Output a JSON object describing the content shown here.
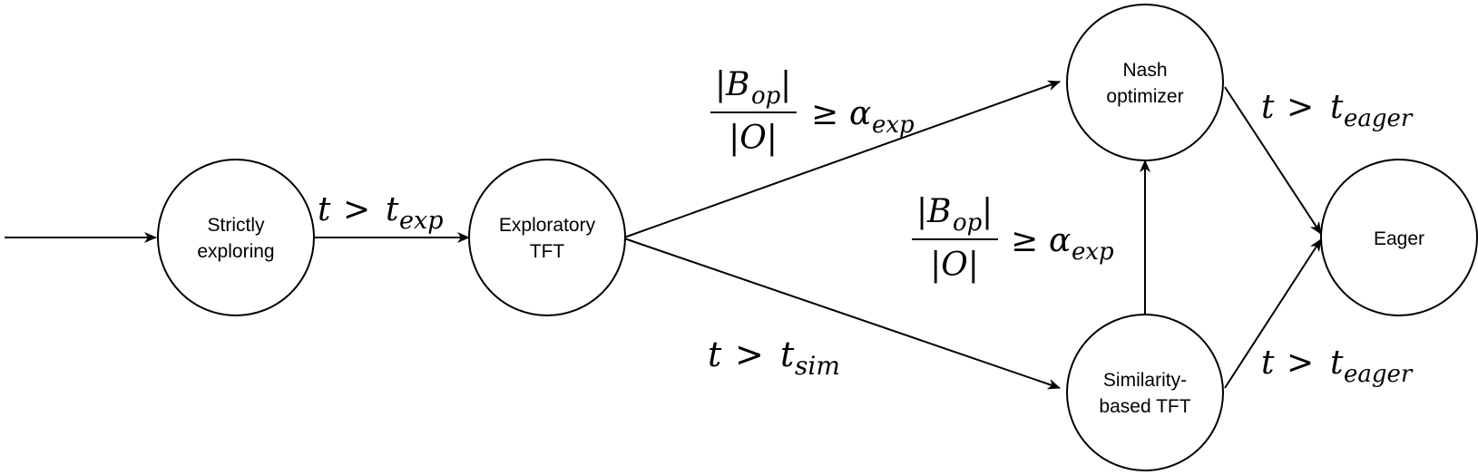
{
  "nodes": {
    "strictly_exploring": {
      "line1": "Strictly",
      "line2": "exploring"
    },
    "exploratory_tft": {
      "line1": "Exploratory",
      "line2": "TFT"
    },
    "nash_optimizer": {
      "line1": "Nash",
      "line2": "optimizer"
    },
    "similarity_tft": {
      "line1": "Similarity-",
      "line2": "based TFT"
    },
    "eager": {
      "line1": "Eager"
    }
  },
  "edges": {
    "t_exp": {
      "var": "t",
      "rel": ">",
      "sym": "t",
      "sub": "exp"
    },
    "t_sim": {
      "var": "t",
      "rel": ">",
      "sym": "t",
      "sub": "sim"
    },
    "t_eager_top": {
      "var": "t",
      "rel": ">",
      "sym": "t",
      "sub": "eager"
    },
    "t_eager_bottom": {
      "var": "t",
      "rel": ">",
      "sym": "t",
      "sub": "eager"
    },
    "ratio_top": {
      "num_open": "|",
      "num_sym": "B",
      "num_sub": "op",
      "num_close": "|",
      "den": "|O|",
      "rel": "≥",
      "sym": "α",
      "sub": "exp"
    },
    "ratio_mid": {
      "num_open": "|",
      "num_sym": "B",
      "num_sub": "op",
      "num_close": "|",
      "den": "|O|",
      "rel": "≥",
      "sym": "α",
      "sub": "exp"
    }
  }
}
